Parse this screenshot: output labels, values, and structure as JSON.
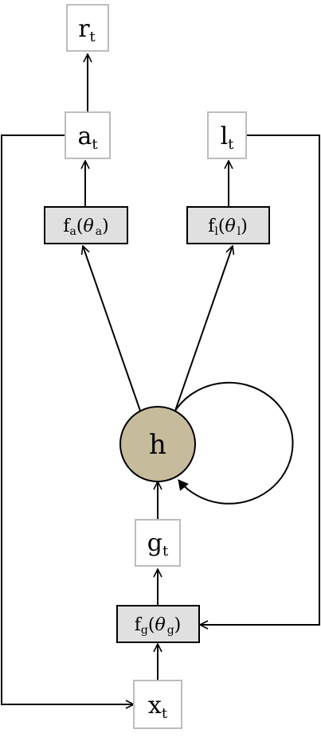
{
  "colors": {
    "hidden_node": "#c6bc9b",
    "func_box": "#e0e0e0",
    "light_box_border": "#bdbdbd",
    "line": "#000000"
  },
  "nodes": {
    "r": {
      "base": "r",
      "sub": "t"
    },
    "a": {
      "base": "a",
      "sub": "t"
    },
    "l": {
      "base": "l",
      "sub": "t"
    },
    "fa": {
      "base": "f",
      "sub": "a",
      "open": "(",
      "theta": "θ",
      "theta_sub": "a",
      "close": ")"
    },
    "fl": {
      "base": "f",
      "sub": "l",
      "open": "(",
      "theta": "θ",
      "theta_sub": "l",
      "close": ")"
    },
    "h": {
      "label": "h"
    },
    "g": {
      "base": "g",
      "sub": "t"
    },
    "fg": {
      "base": "f",
      "sub": "g",
      "open": "(",
      "theta": "θ",
      "theta_sub": "g",
      "close": ")"
    },
    "x": {
      "base": "x",
      "sub": "t"
    }
  }
}
